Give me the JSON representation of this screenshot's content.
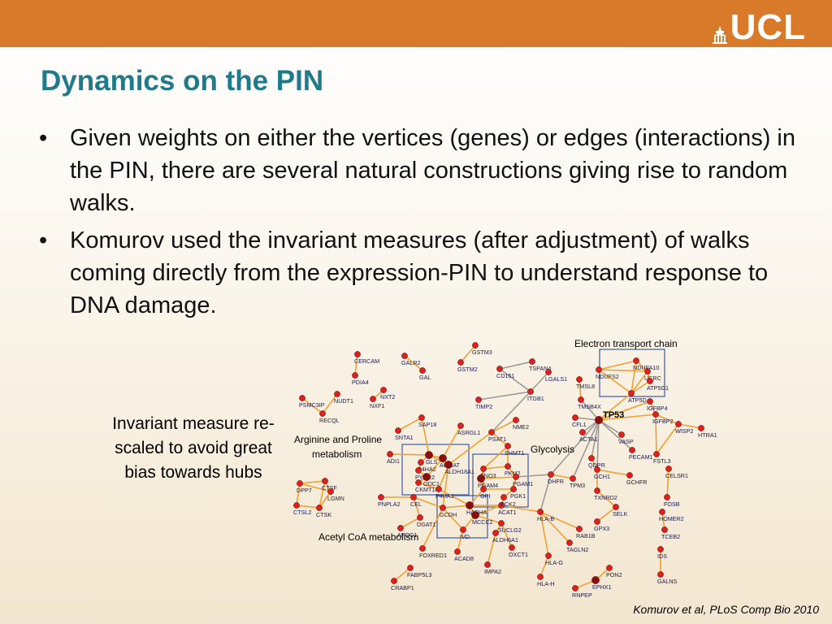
{
  "header": {
    "brand_color": "#d97a2b",
    "logo_text": "UCL",
    "logo_icon": "ucl-portico-icon"
  },
  "slide": {
    "title": "Dynamics on the PIN",
    "bullets": [
      "Given weights on either the vertices (genes) or edges (interactions) in the PIN, there are several natural constructions giving rise to random walks.",
      "Komurov used the invariant measures (after adjustment) of walks coming directly from the expression-PIN to understand response to DNA damage."
    ],
    "bullet_glyph": "•",
    "side_note": "Invariant measure re-scaled to avoid great bias towards hubs",
    "citation": "Komurov et al, PLoS Comp Bio 2010"
  },
  "network": {
    "group_labels": [
      "Electron transport chain",
      "Arginine and Proline metabolism",
      "Glycolysis",
      "Acetyl CoA metabolism"
    ],
    "hub_label": "TP53",
    "node_labels": [
      "CERCAM",
      "GALR2",
      "GSTM3",
      "GAL",
      "GSTM2",
      "PDIA4",
      "TSPAN4",
      "CD151",
      "LGALS1",
      "NXT2",
      "NUDT1",
      "NXF1",
      "PSMC3IP",
      "RECQL",
      "TIMP2",
      "ITGB1",
      "TMSL8",
      "TMSB4X",
      "NDUFA10",
      "NDUFS2",
      "UCRC",
      "ATP5G1",
      "ATP5D",
      "IGFBP4",
      "IGFBP2",
      "WISP2",
      "HTRA1",
      "CFL1",
      "ACTA1",
      "VASP",
      "PECAM1",
      "FSTL3",
      "CELSR1",
      "FOSB",
      "HOMER2",
      "TCEB2",
      "IDS",
      "GALNS",
      "SAP18",
      "ASRGL1",
      "NME2",
      "SNTA1",
      "PSAT1",
      "SHMT1",
      "ADI1",
      "GLS",
      "P4HA2",
      "AGMAT",
      "ALDH18A1",
      "PYCR2",
      "ODC1",
      "CKMT1A",
      "P4HA1",
      "ENO3",
      "PKM2",
      "PGAM4",
      "PGAM1",
      "GPI",
      "PGK1",
      "DHFR",
      "TPM3",
      "QDPR",
      "GCH1",
      "GCHFR",
      "TXNRD2",
      "SELK",
      "GPX3",
      "RAB1B",
      "TAGLN2",
      "DPP7",
      "CTSF",
      "LGMN",
      "CTSL2",
      "CTSK",
      "PNPLA2",
      "CEL",
      "DGAT1",
      "APOC1",
      "GCDH",
      "HADHA",
      "MCCC2",
      "ACAT1",
      "PCK2",
      "SUCLG2",
      "ALDH6A1",
      "IVD",
      "HLA-B",
      "HLA-G",
      "HLA-H",
      "FOXRED1",
      "ACAD8",
      "OXCT1",
      "IMPA2",
      "FABP5L3",
      "CRABP1",
      "PON2",
      "EPHX1",
      "RNPEP"
    ]
  },
  "colors": {
    "title": "#1f7a8c",
    "node_red": "#e01f1f",
    "node_dark": "#8a0e0e",
    "edge_orange": "#f0a030",
    "edge_gray": "#9a9a9a",
    "group_box": "#3a5aa8"
  }
}
